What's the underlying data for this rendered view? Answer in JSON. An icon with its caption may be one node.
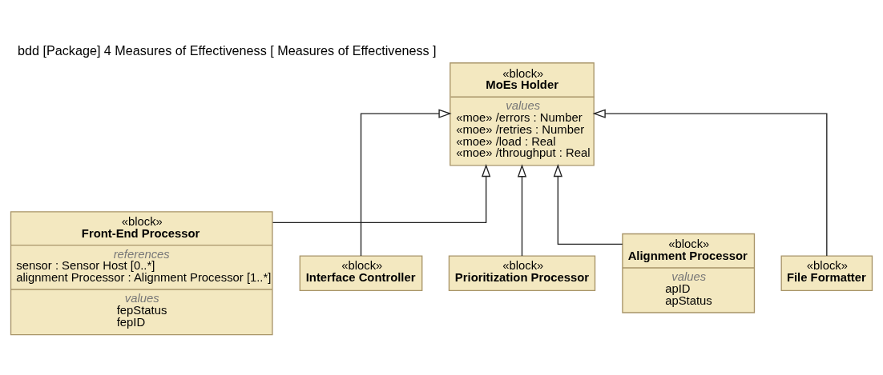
{
  "diagram": {
    "title": "bdd [Package] 4 Measures of Effectiveness [ Measures of Effectiveness ]",
    "nodes": [
      {
        "text": [
          "«block»",
          "MoEs Holder",
          "values",
          "«moe» /errors : Number",
          "«moe» /retries : Number",
          "«moe» /load : Real",
          "«moe» /throughput : Real"
        ]
      },
      {
        "text": [
          "«block»",
          "Front-End Processor",
          "references",
          "sensor : Sensor Host [0..*]",
          "alignment Processor : Alignment Processor [1..*]",
          "values",
          "fepStatus",
          "fepID"
        ]
      },
      {
        "text": [
          "«block»",
          "Interface Controller"
        ]
      },
      {
        "text": [
          "«block»",
          "Prioritization Processor"
        ]
      },
      {
        "text": [
          "«block»",
          "Alignment Processor",
          "values",
          "apID",
          "apStatus"
        ]
      },
      {
        "text": [
          "«block»",
          "File Formatter"
        ]
      }
    ],
    "edges": [
      {
        "from": 1,
        "to": 0,
        "arrow": "to"
      },
      {
        "from": 2,
        "to": 0,
        "arrow": "to"
      },
      {
        "from": 3,
        "to": 0,
        "arrow": "to"
      },
      {
        "from": 4,
        "to": 0,
        "arrow": "to"
      },
      {
        "from": 5,
        "to": 0,
        "arrow": "to"
      }
    ]
  }
}
